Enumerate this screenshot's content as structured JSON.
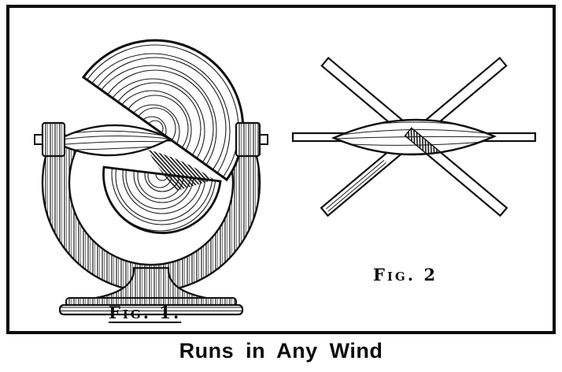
{
  "figures": {
    "fig1": {
      "label": "Fig. 1."
    },
    "fig2": {
      "label": "Fig. 2"
    }
  },
  "caption": "Runs in Any Wind"
}
